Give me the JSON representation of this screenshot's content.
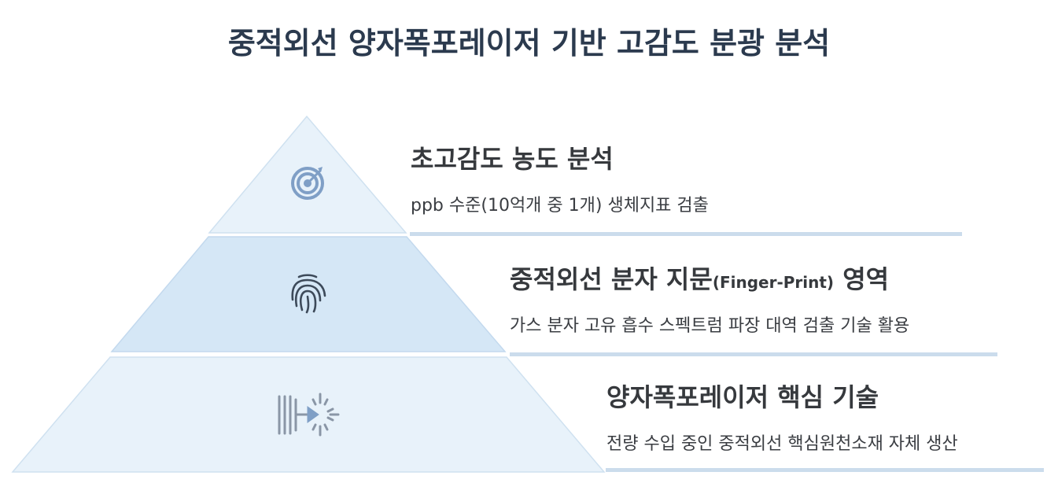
{
  "title": "중적외선 양자폭포레이저 기반 고감도 분광 분석",
  "tiers": [
    {
      "heading": "초고감도 농도 분석",
      "description": "ppb 수준(10억개 중 1개) 생체지표 검출",
      "icon": "target-icon",
      "fill": "#e8f2fa"
    },
    {
      "heading_main": "중적외선 분자 지문",
      "heading_paren": "(Finger-Print)",
      "heading_tail": "영역",
      "description": "가스 분자 고유 흡수 스펙트럼 파장 대역 검출 기술 활용",
      "icon": "fingerprint-icon",
      "fill": "#d5e7f6"
    },
    {
      "heading": "양자폭포레이저 핵심 기술",
      "description": "전량 수입 중인 중적외선 핵심원천소재 자체 생산",
      "icon": "laser-icon",
      "fill": "#e8f2fa"
    }
  ],
  "colors": {
    "title": "#2b3a4e",
    "underline": "#cbdcec",
    "icon_primary": "#7f9fc6",
    "icon_dark": "#3d4a5a",
    "icon_grey": "#8a96a6"
  }
}
